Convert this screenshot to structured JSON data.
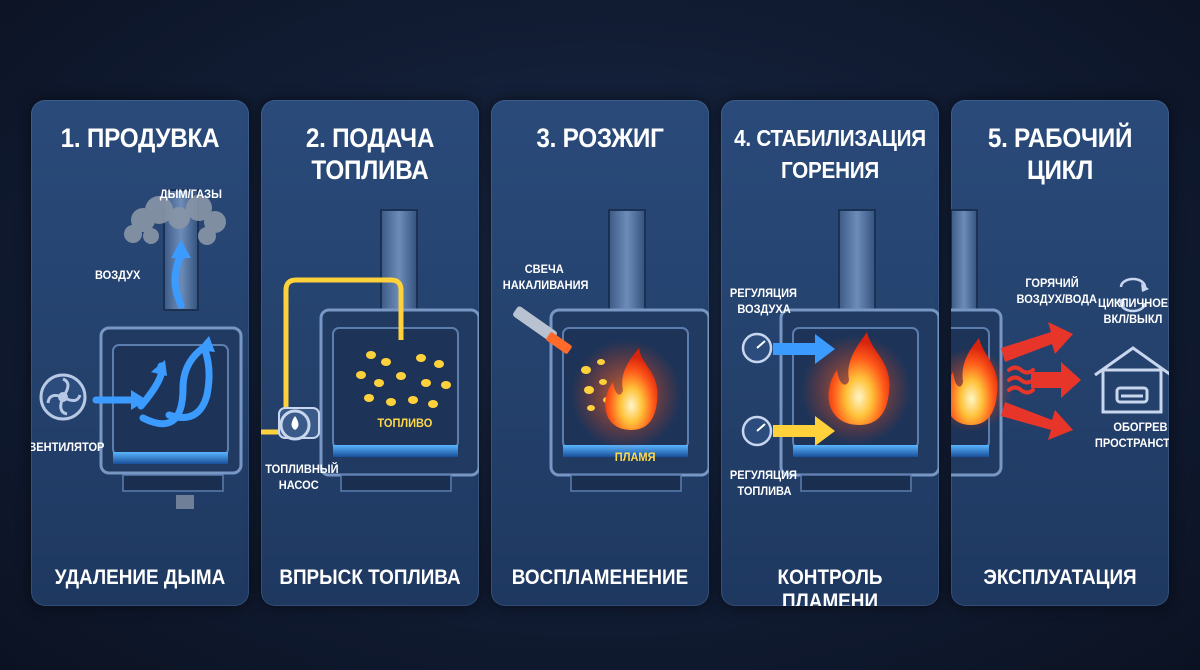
{
  "colors": {
    "background": "#0d1526",
    "panel": "#26446f",
    "air_arrow": "#3b9bff",
    "fuel": "#ffd23c",
    "flame": "#ff5a1a",
    "heat_arrow": "#e8352a"
  },
  "steps": [
    {
      "title_line1": "1. ПРОДУВКА",
      "title_line2": "",
      "footer": "УДАЛЕНИЕ ДЫМА",
      "labels": {
        "smoke": "ДЫМ/ГАЗЫ",
        "air": "ВОЗДУХ",
        "fan": "ВЕНТИЛЯТОР"
      },
      "icons": [
        "fan-icon",
        "air-arrow-icon",
        "smoke-icon"
      ]
    },
    {
      "title_line1": "2. ПОДАЧА",
      "title_line2": "ТОПЛИВА",
      "footer": "ВПРЫСК ТОПЛИВА",
      "labels": {
        "fuel": "ТОПЛИВО",
        "pump_line1": "ТОПЛИВНЫЙ",
        "pump_line2": "НАСОС"
      },
      "icons": [
        "fuel-pump-icon",
        "fuel-line-icon",
        "fuel-droplet-icon"
      ]
    },
    {
      "title_line1": "3. РОЗЖИГ",
      "title_line2": "",
      "footer": "ВОСПЛАМЕНЕНИЕ",
      "labels": {
        "plug_line1": "СВЕЧА",
        "plug_line2": "НАКАЛИВАНИЯ",
        "flame": "ПЛАМЯ"
      },
      "icons": [
        "glow-plug-icon",
        "spark-icon",
        "flame-icon"
      ]
    },
    {
      "title_line1": "4. СТАБИЛИЗАЦИЯ",
      "title_line2": "ГОРЕНИЯ",
      "footer": "КОНТРОЛЬ ПЛАМЕНИ",
      "labels": {
        "air_reg_line1": "РЕГУЛЯЦИЯ",
        "air_reg_line2": "ВОЗДУХА",
        "fuel_reg_line1": "РЕГУЛЯЦИЯ",
        "fuel_reg_line2": "ТОПЛИВА"
      },
      "icons": [
        "gauge-icon",
        "air-arrow-icon",
        "fuel-arrow-icon",
        "flame-icon"
      ]
    },
    {
      "title_line1": "5. РАБОЧИЙ",
      "title_line2": "ЦИКЛ",
      "footer": "ЭКСПЛУАТАЦИЯ",
      "labels": {
        "hot_line1": "ГОРЯЧИЙ",
        "hot_line2": "ВОЗДУХ/ВОДА",
        "cycle_line1": "ЦИКЛИЧНОЕ",
        "cycle_line2": "ВКЛ/ВЫКЛ",
        "heat_line1": "ОБОГРЕВ",
        "heat_line2": "ПРОСТРАНСТВА"
      },
      "icons": [
        "cycle-arrows-icon",
        "heat-arrow-icon",
        "house-icon",
        "flame-icon"
      ]
    }
  ]
}
